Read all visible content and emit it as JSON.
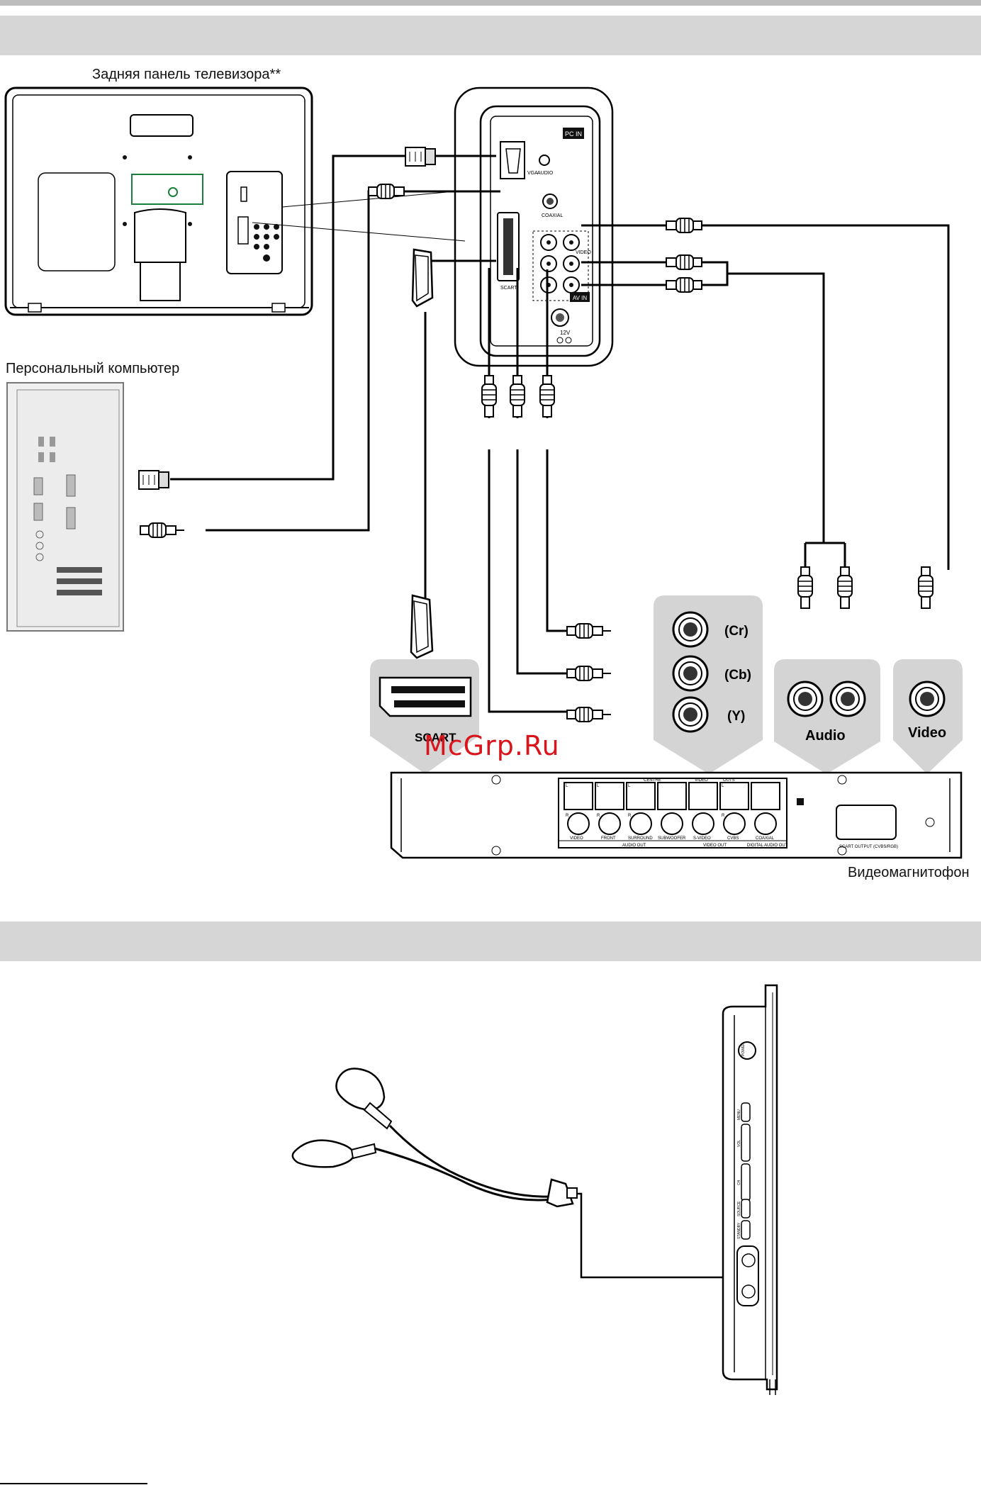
{
  "labels": {
    "tv_back": "Задняя панель телевизора**",
    "pc": "Персональный компьютер",
    "vcr": "Видеомагнитофон",
    "watermark": "McGrp.Ru"
  },
  "panel": {
    "pc_in": "PC IN",
    "vga": "VGA",
    "audio": "AUDIO",
    "coaxial": "COAXIAL",
    "scart": "SCART",
    "video": "VIDEO",
    "av_in": "AV IN",
    "dc": "12V"
  },
  "callouts": {
    "cr": "(Cr)",
    "cb": "(Cb)",
    "y": "(Y)",
    "scart": "SCART",
    "audio": "Audio",
    "video": "Video"
  },
  "player": {
    "centre": "CENTRE",
    "video": "VIDEO",
    "out": "OUTS",
    "r1": "R",
    "r2": "R",
    "r3": "R",
    "l1": "L",
    "l2": "L",
    "l3": "L",
    "l4": "L",
    "r4": "R",
    "jack_video": "VIDEO",
    "jack_front": "FRONT",
    "jack_surround": "SURROUND",
    "jack_subwoofer": "SUBWOOFER",
    "jack_svideo": "S-VIDEO",
    "jack_cvbs": "CVBS",
    "jack_coaxial": "COAXIAL",
    "audio_out": "AUDIO OUT",
    "video_out": "VIDEO OUT",
    "digital_audio_out": "DIGITAL AUDIO OUT",
    "scart_output": "SCART OUTPUT (CVBS/RGB)"
  },
  "side_panel": {
    "power": "POWER",
    "menu": "MENU",
    "vol": "VOL",
    "ch": "CH",
    "source": "SOURCE",
    "standby": "STANDBY"
  },
  "colors": {
    "section_bar": "#d6d6d6",
    "callout_bg": "#d4d4d4",
    "watermark": "#d9141b"
  }
}
